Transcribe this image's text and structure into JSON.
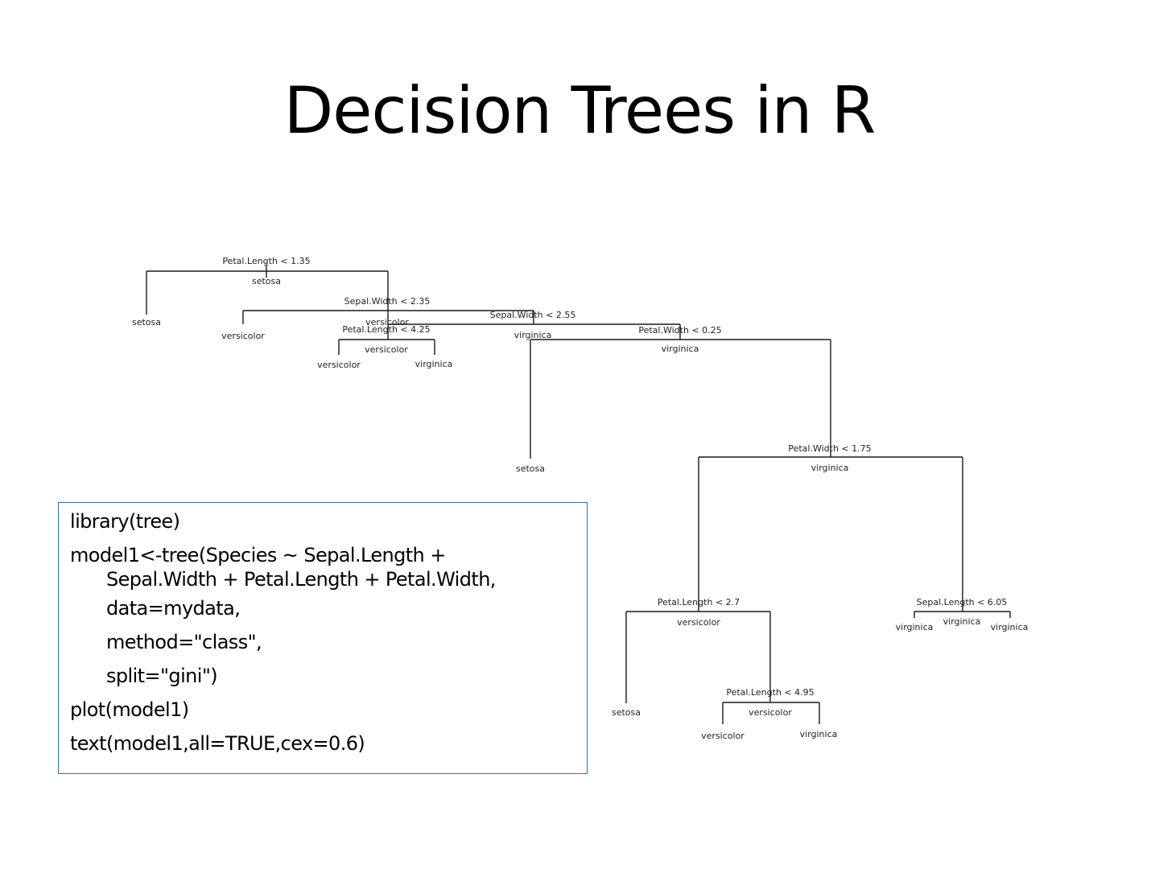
{
  "slide": {
    "title": "Decision Trees in R"
  },
  "tree": {
    "root": {
      "split": "Petal.Length < 1.35",
      "class": "setosa",
      "left_leaf": "setosa",
      "right": {
        "split": "Sepal.Width < 2.35",
        "class": "versicolor",
        "left": {
          "split": "Petal.Length < 4.25",
          "class": "versicolor",
          "left_leaf": "versicolor",
          "right_leaf": "virginica"
        },
        "right": {
          "split": "Sepal.Width < 2.55",
          "class": "virginica",
          "left_leaf": "versicolor",
          "right": {
            "split": "Petal.Width < 0.25",
            "class": "virginica",
            "left_leaf": "setosa",
            "right": {
              "split": "Petal.Width < 1.75",
              "class": "virginica",
              "left": {
                "split": "Petal.Length < 2.7",
                "class": "versicolor",
                "left_leaf": "setosa",
                "right": {
                  "split": "Petal.Length < 4.95",
                  "class": "versicolor",
                  "left_leaf": "versicolor",
                  "right_leaf": "virginica"
                }
              },
              "right": {
                "split": "Sepal.Length < 6.05",
                "class": "virginica",
                "left_leaf": "virginica",
                "right_leaf": "virginica"
              }
            }
          }
        }
      }
    }
  },
  "code": {
    "lines": [
      "library(tree)",
      "model1<-tree(Species ~ Sepal.Length +",
      "Sepal.Width + Petal.Length + Petal.Width,",
      "data=mydata,",
      "method=\"class\",",
      "split=\"gini\")",
      "plot(model1)",
      "text(model1,all=TRUE,cex=0.6)"
    ]
  }
}
